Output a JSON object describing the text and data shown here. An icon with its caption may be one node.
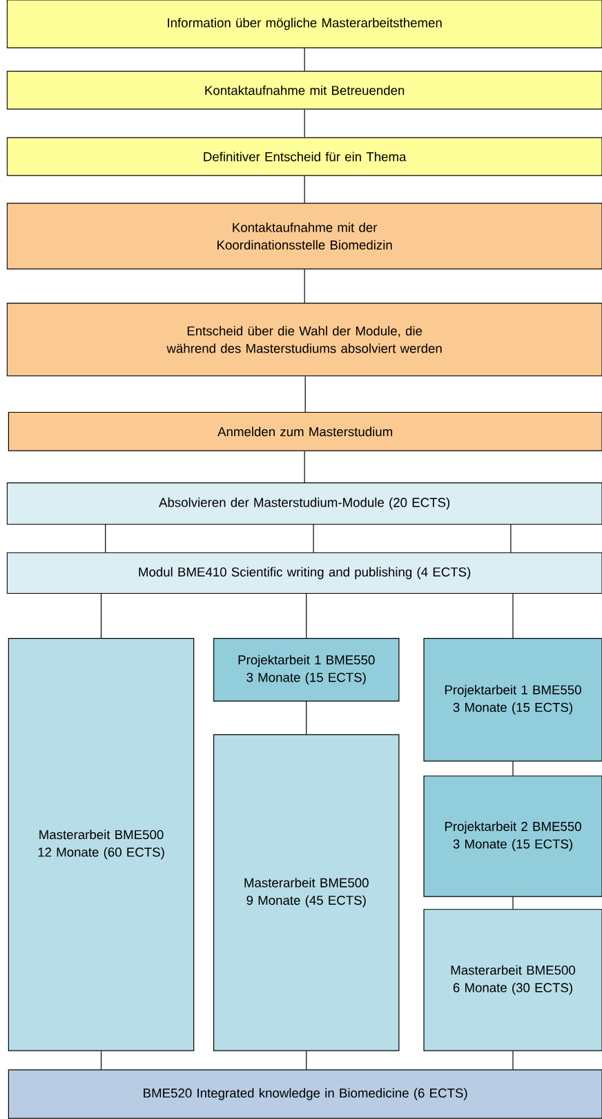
{
  "diagram": {
    "nodes": [
      {
        "text": [
          "Information über mögliche Masterarbeitsthemen"
        ]
      },
      {
        "text": [
          "Kontaktaufnahme mit Betreuenden"
        ]
      },
      {
        "text": [
          "Definitiver Entscheid für ein Thema"
        ]
      },
      {
        "text": [
          "Kontaktaufnahme mit der Koordinationsstelle Biomedizin"
        ]
      },
      {
        "text": [
          "Entscheid über die Wahl der Module, die während des Masterstudiums absolviert werden"
        ]
      },
      {
        "text": [
          "Anmelden zum Masterstudium"
        ]
      },
      {
        "text": [
          "Absolvieren der Masterstudium-Module (20 ECTS)"
        ]
      },
      {
        "text": [
          "Modul BME410 Scientific writing and publishing (4 ECTS)"
        ]
      },
      {
        "text": [
          "Masterarbeit BME500 12 Monate (60 ECTS)"
        ]
      },
      {
        "text": [
          "Projektarbeit 1 BME550 3 Monate (15 ECTS)"
        ]
      },
      {
        "text": [
          "Masterarbeit BME500 9 Monate (45 ECTS)"
        ]
      },
      {
        "text": [
          "Projektarbeit 1 BME550 3 Monate (15 ECTS)"
        ]
      },
      {
        "text": [
          "Projektarbeit 2 BME550 3 Monate (15 ECTS)"
        ]
      },
      {
        "text": [
          "Masterarbeit BME500 6 Monate (30 ECTS)"
        ]
      },
      {
        "text": [
          "BME520 Integrated knowledge in Biomedicine (6 ECTS)"
        ]
      }
    ],
    "edges": [
      {
        "from": 0,
        "to": 1,
        "arrow": "none"
      },
      {
        "from": 1,
        "to": 2,
        "arrow": "none"
      },
      {
        "from": 2,
        "to": 3,
        "arrow": "none"
      },
      {
        "from": 3,
        "to": 4,
        "arrow": "none"
      },
      {
        "from": 4,
        "to": 5,
        "arrow": "none"
      },
      {
        "from": 5,
        "to": 6,
        "arrow": "none"
      },
      {
        "from": 6,
        "to": 7,
        "arrow": "none"
      },
      {
        "from": 6,
        "to": 7,
        "arrow": "none"
      },
      {
        "from": 6,
        "to": 7,
        "arrow": "none"
      },
      {
        "from": 7,
        "to": 8,
        "arrow": "none"
      },
      {
        "from": 7,
        "to": 9,
        "arrow": "none"
      },
      {
        "from": 7,
        "to": 11,
        "arrow": "none"
      },
      {
        "from": 9,
        "to": 10,
        "arrow": "none"
      },
      {
        "from": 11,
        "to": 12,
        "arrow": "none"
      },
      {
        "from": 12,
        "to": 13,
        "arrow": "none"
      },
      {
        "from": 8,
        "to": 14,
        "arrow": "none"
      },
      {
        "from": 10,
        "to": 14,
        "arrow": "none"
      },
      {
        "from": 13,
        "to": 14,
        "arrow": "none"
      }
    ]
  }
}
